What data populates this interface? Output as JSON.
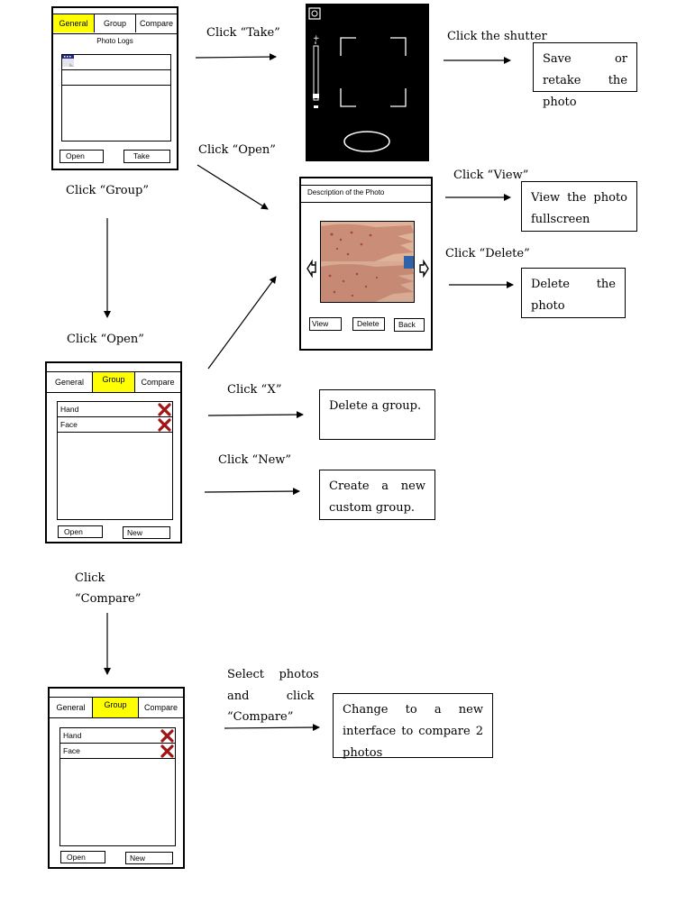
{
  "screen_general": {
    "tabs": [
      "General",
      "Group",
      "Compare"
    ],
    "heading": "Photo Logs",
    "buttons": [
      "Open",
      "Take"
    ]
  },
  "screen_group": {
    "tabs": [
      "General",
      "Group",
      "Compare"
    ],
    "rows": [
      "Hand",
      "Face"
    ],
    "buttons": [
      "Open",
      "New"
    ]
  },
  "screen_compare": {
    "tabs": [
      "General",
      "Group",
      "Compare"
    ],
    "rows": [
      "Hand",
      "Face"
    ],
    "buttons": [
      "Open",
      "New"
    ]
  },
  "screen_photo": {
    "title": "Description of the Photo",
    "buttons": [
      "View",
      "Delete",
      "Back"
    ]
  },
  "labels": {
    "click_take": "Click “Take”",
    "click_shutter": "Click the shutter",
    "click_open_top": "Click “Open”",
    "click_group": "Click “Group”",
    "click_view": "Click “View”",
    "click_delete": "Click “Delete”",
    "click_open_mid": "Click “Open”",
    "click_x": "Click “X”",
    "click_new": "Click “New”",
    "click_compare_1": "Click",
    "click_compare_2": "“Compare”",
    "select_1": "Select    photos",
    "select_2": "and          click",
    "select_3": "“Compare”"
  },
  "notes": {
    "save_retake": "Save or retake the photo",
    "view_full": "View the photo fullscreen",
    "delete_photo": "Delete the photo",
    "delete_group": "Delete a group.",
    "create_group": "Create a new custom group.",
    "change_interface": "Change to a new interface to compare 2 photos"
  },
  "colors": {
    "active_tab": "#ffff00",
    "delete_x": "#a31515",
    "camera_bg": "#000000"
  }
}
